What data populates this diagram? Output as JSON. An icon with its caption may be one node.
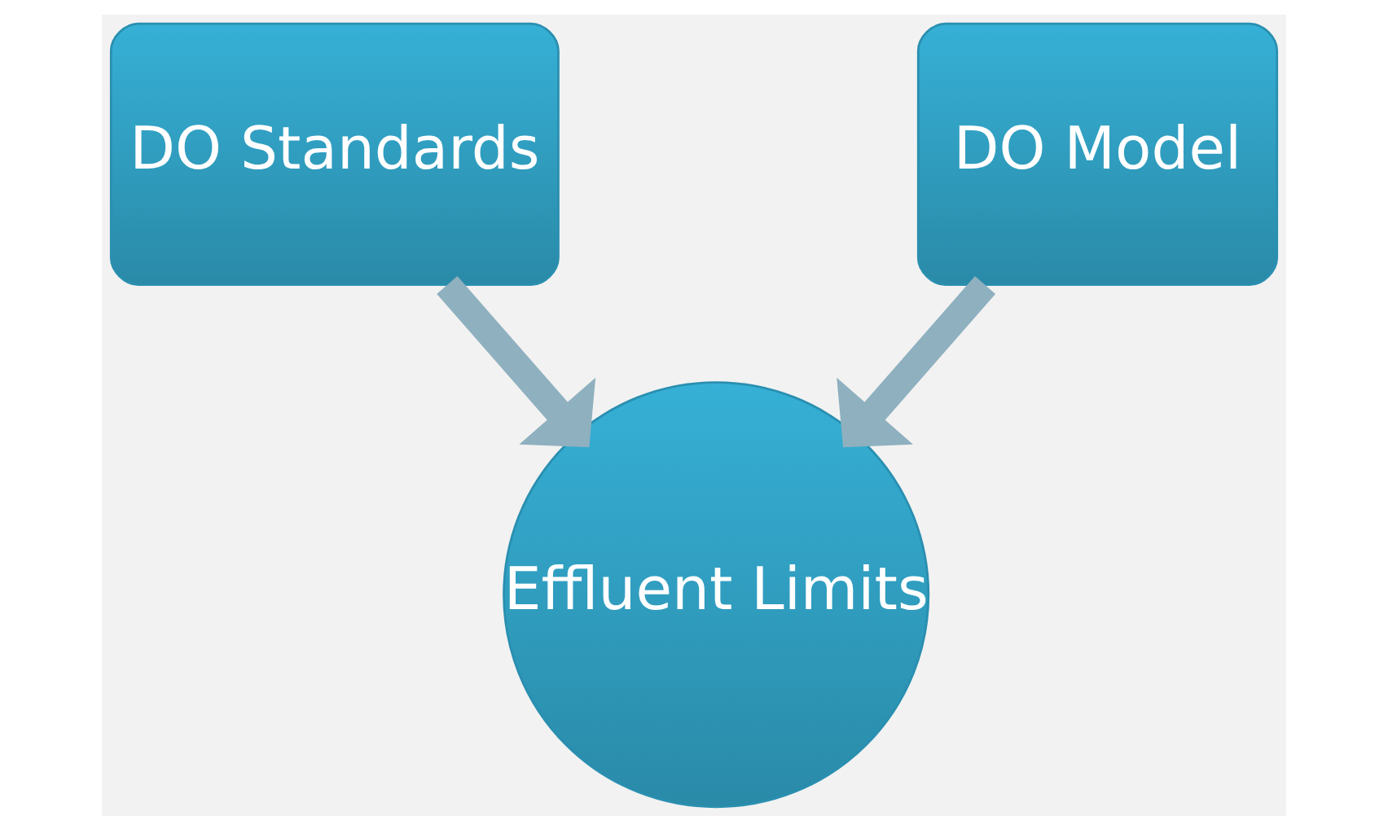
{
  "diagram": {
    "nodes": [
      {
        "text": [
          "DO Standards"
        ]
      },
      {
        "text": [
          "DO Model"
        ]
      },
      {
        "text": [
          "Effluent Limits"
        ]
      }
    ],
    "edges": [
      {
        "from": 0,
        "to": 2,
        "arrow": "to"
      },
      {
        "from": 1,
        "to": 2,
        "arrow": "to"
      }
    ]
  }
}
